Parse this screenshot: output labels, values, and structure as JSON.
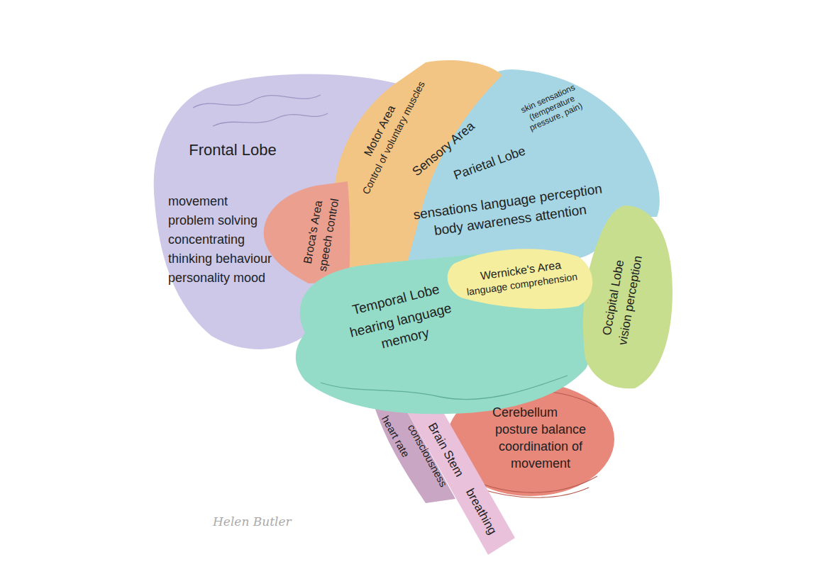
{
  "diagram": {
    "nodes": [
      {
        "text": [
          "Frontal Lobe",
          "movement problem solving concentrating thinking behaviour personality mood"
        ]
      },
      {
        "text": [
          "Motor Area",
          "Control of voluntary muscles"
        ]
      },
      {
        "text": [
          "Sensory Area",
          "skin sensations (temperature pressure, pain)",
          "Parietal Lobe",
          "sensations language perception body awareness attention"
        ]
      },
      {
        "text": [
          "Broca's Area",
          "speech control"
        ]
      },
      {
        "text": [
          "Wernicke's Area",
          "language comprehension"
        ]
      },
      {
        "text": [
          "Temporal Lobe",
          "hearing language memory"
        ]
      },
      {
        "text": [
          "Occipital Lobe",
          "vision perception"
        ]
      },
      {
        "text": [
          "Cerebellum",
          "posture balance coordination of movement"
        ]
      },
      {
        "text": [
          "Brain Stem",
          "breathing",
          "consciousness",
          "heart rate"
        ]
      }
    ],
    "labels": [
      "Helen Butler"
    ]
  }
}
